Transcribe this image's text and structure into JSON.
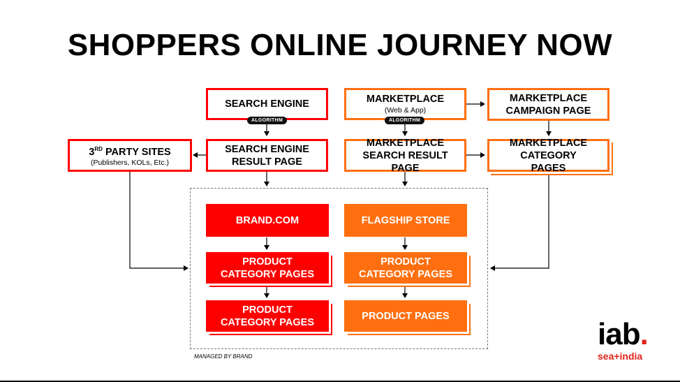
{
  "title": "SHOPPERS ONLINE JOURNEY NOW",
  "nodes": {
    "search_engine": "SEARCH ENGINE",
    "marketplace": "MARKETPLACE",
    "marketplace_sub": "(Web & App)",
    "marketplace_campaign": "MARKETPLACE CAMPAIGN PAGE",
    "third_party": "3",
    "third_party_sup": "RD",
    "third_party_rest": " PARTY SITES",
    "third_party_sub": "(Publishers, KOLs, Etc.)",
    "search_result": "SEARCH ENGINE RESULT PAGE",
    "marketplace_search": "MARKETPLACE SEARCH RESULT PAGE",
    "marketplace_category": "MARKETPLACE CATEGORY PAGES",
    "brand_com": "BRAND.COM",
    "flagship": "FLAGSHIP STORE",
    "product_category_1": "PRODUCT CATEGORY PAGES",
    "product_category_2": "PRODUCT CATEGORY PAGES",
    "product_category_3": "PRODUCT CATEGORY PAGES",
    "product_pages": "PRODUCT PAGES"
  },
  "pills": {
    "algo_1": "ALGORITHM",
    "algo_2": "ALGORITHM"
  },
  "managed_label": "MANAGED BY BRAND",
  "logo": {
    "main": "iab",
    "dot": ".",
    "sub": "sea+india"
  },
  "colors": {
    "red": "#ff0000",
    "orange": "#ff6f0f"
  }
}
